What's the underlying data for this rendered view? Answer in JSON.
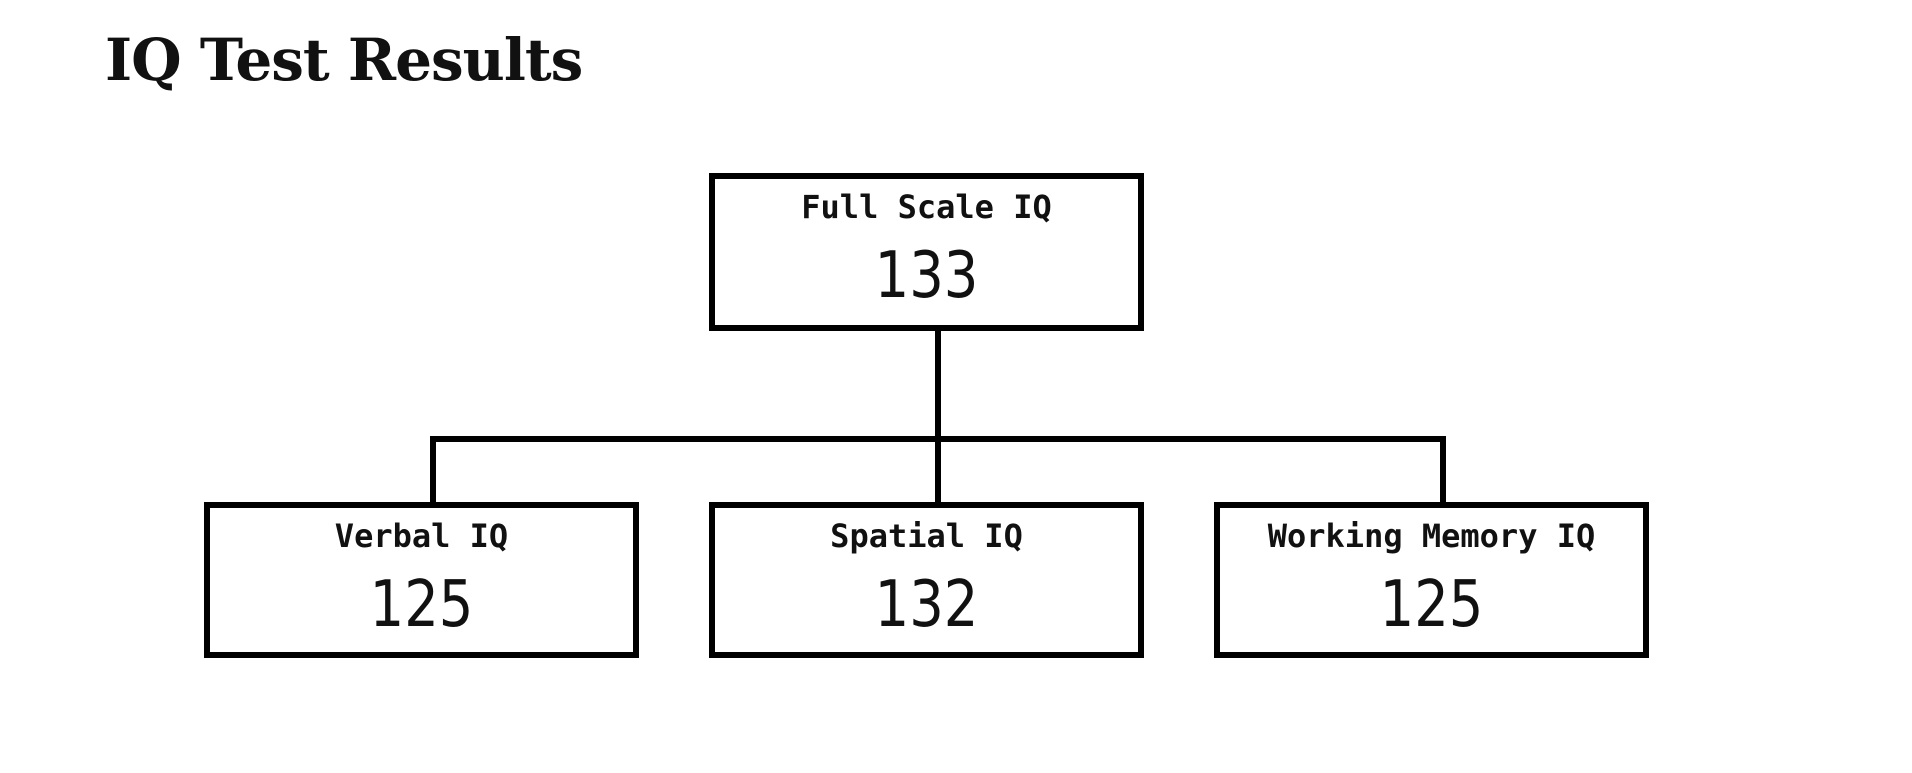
{
  "page": {
    "title": "IQ Test Results"
  },
  "diagram": {
    "root": {
      "label": "Full Scale IQ",
      "value": "133"
    },
    "children": [
      {
        "label": "Verbal IQ",
        "value": "125"
      },
      {
        "label": "Spatial IQ",
        "value": "132"
      },
      {
        "label": "Working Memory IQ",
        "value": "125"
      }
    ]
  }
}
